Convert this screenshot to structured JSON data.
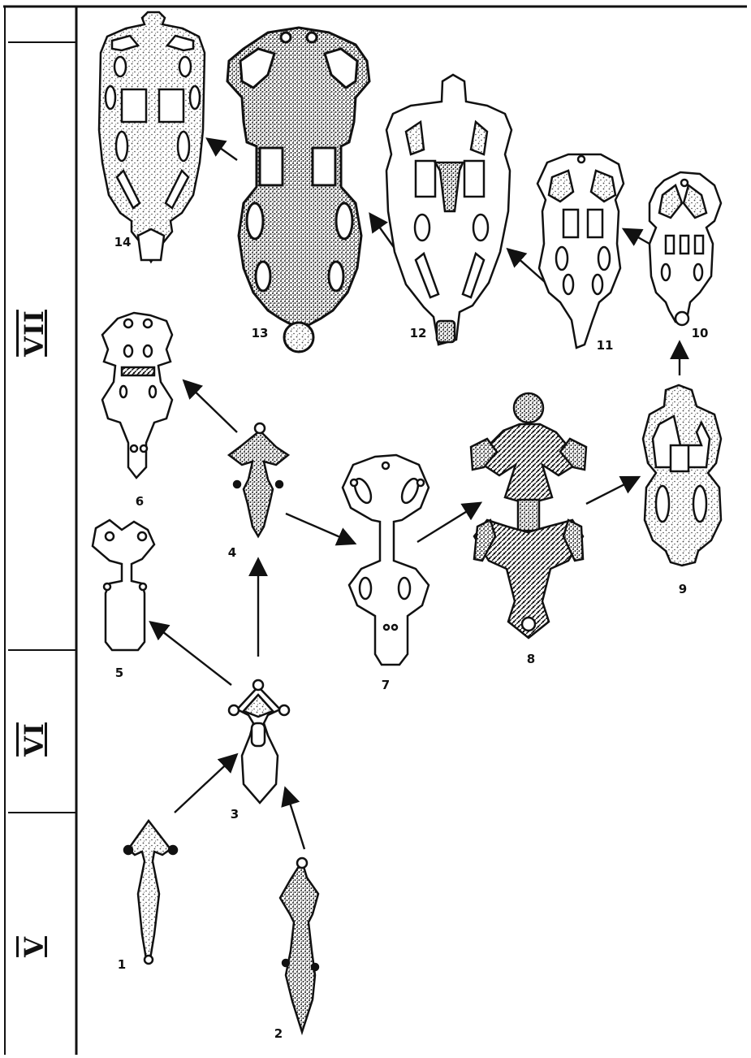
{
  "periods": [
    {
      "label": "VII",
      "key": "p7"
    },
    {
      "label": "VI",
      "key": "p6"
    },
    {
      "label": "V",
      "key": "p5"
    }
  ],
  "figures": [
    {
      "id": "1",
      "label": "1"
    },
    {
      "id": "2",
      "label": "2"
    },
    {
      "id": "3",
      "label": "3"
    },
    {
      "id": "4",
      "label": "4"
    },
    {
      "id": "5",
      "label": "5"
    },
    {
      "id": "6",
      "label": "6"
    },
    {
      "id": "7",
      "label": "7"
    },
    {
      "id": "8",
      "label": "8"
    },
    {
      "id": "9",
      "label": "9"
    },
    {
      "id": "10",
      "label": "10"
    },
    {
      "id": "11",
      "label": "11"
    },
    {
      "id": "12",
      "label": "12"
    },
    {
      "id": "13",
      "label": "13"
    },
    {
      "id": "14",
      "label": "14"
    }
  ],
  "relations": [
    {
      "from": "1",
      "to": "3"
    },
    {
      "from": "2",
      "to": "3"
    },
    {
      "from": "3",
      "to": "5"
    },
    {
      "from": "3",
      "to": "4"
    },
    {
      "from": "4",
      "to": "6"
    },
    {
      "from": "4",
      "to": "7"
    },
    {
      "from": "7",
      "to": "8"
    },
    {
      "from": "8",
      "to": "9"
    },
    {
      "from": "9",
      "to": "10"
    },
    {
      "from": "10",
      "to": "11"
    },
    {
      "from": "11",
      "to": "12"
    },
    {
      "from": "12",
      "to": "13"
    },
    {
      "from": "13",
      "to": "14"
    }
  ],
  "colors": {
    "ink": "#111111",
    "paper": "#ffffff",
    "stipple": "#555555"
  }
}
